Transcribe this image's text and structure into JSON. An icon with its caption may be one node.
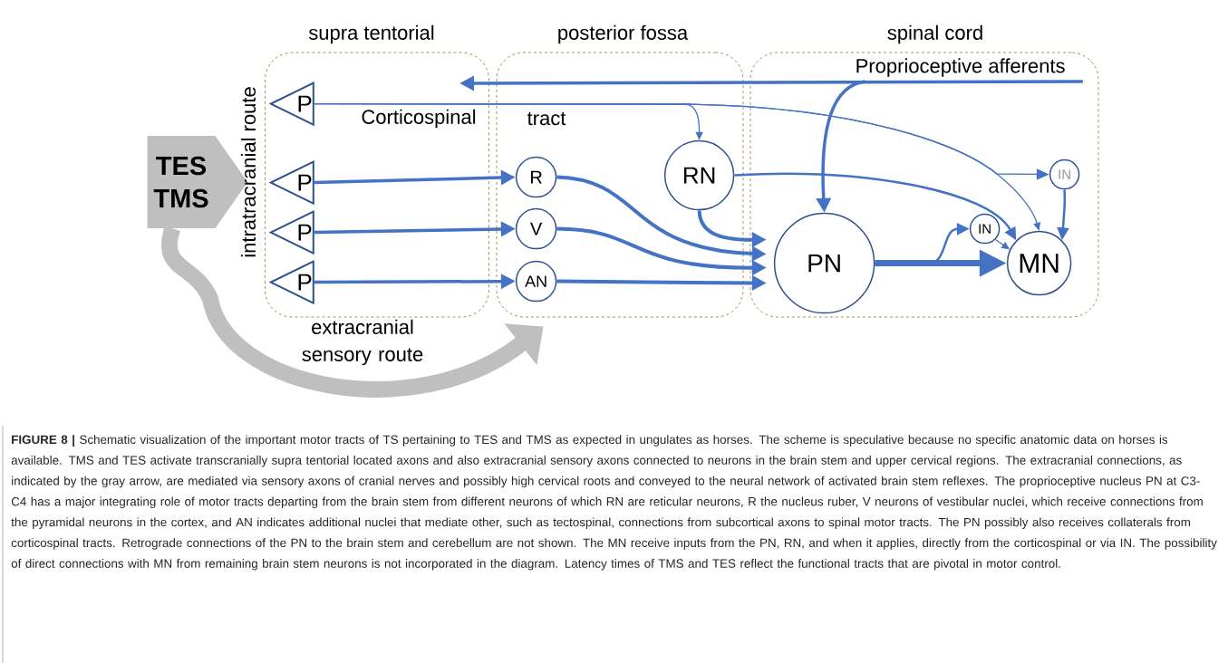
{
  "diagram": {
    "caption": "**FIGURE 8 |** Schematic visualization of the important motor tracts of TS pertaining to TES and TMS as expected in ungulates as horses. The scheme is speculative because no specific anatomic data on horses is available. TMS and TES activate transcranially supra tentorial located axons and also extracranial sensory axons connected to neurons in the brain stem and upper cervical regions. The extracranial connections, as indicated by the gray arrow, are mediated via sensory axons of cranial nerves and possibly high cervical roots and conveyed to the neural network of activated brain stem reflexes. The proprioceptive nucleus PN at C3-C4 has a major integrating role of motor tracts departing from the brain stem from different neurons of which RN are reticular neurons, R the nucleus ruber, V neurons of vestibular nuclei, which receive connections from the pyramidal neurons in the cortex, and AN indicates additional nuclei that mediate other, such as tectospinal, connections from subcortical axons to spinal motor tracts. The PN possibly also receives collaterals from corticospinal tracts. Retrograde connections of the PN to the brain stem and cerebellum are not shown. The MN receive inputs from the PN, RN, and when it applies, directly from the corticospinal or via IN. The possibility of direct connections with MN from remaining brain stem neurons is not incorporated in the diagram. Latency times of TMS and TES reflect the functional tracts that are pivotal in motor control.",
    "nodes": [
      {
        "text": [
          "supra tentorial"
        ]
      },
      {
        "text": [
          "posterior fossa"
        ]
      },
      {
        "text": [
          "spinal cord"
        ]
      },
      {
        "text": [
          "TES TMS"
        ]
      },
      {
        "text": [
          "P"
        ],
        "in": 0
      },
      {
        "text": [
          "P"
        ],
        "in": 0
      },
      {
        "text": [
          "P"
        ],
        "in": 0
      },
      {
        "text": [
          "P"
        ],
        "in": 0
      },
      {
        "text": [
          "R"
        ],
        "in": 1
      },
      {
        "text": [
          "V"
        ],
        "in": 1
      },
      {
        "text": [
          "AN"
        ],
        "in": 1
      },
      {
        "text": [
          "RN"
        ],
        "in": 1
      },
      {
        "text": [
          "PN"
        ],
        "in": 2
      },
      {
        "text": [
          "IN"
        ],
        "in": 2
      },
      {
        "text": [
          "IN"
        ],
        "in": 2
      },
      {
        "text": [
          "MN"
        ],
        "in": 2
      },
      {
        "text": [
          "Proprioceptive afferents"
        ],
        "in": 2
      }
    ],
    "edges": [
      {
        "from": 4,
        "to": 11,
        "arrow": "to"
      },
      {
        "from": 4,
        "to": 14,
        "arrow": "to"
      },
      {
        "from": 4,
        "to": 15,
        "arrow": "to"
      },
      {
        "from": 16,
        "to": null,
        "arrow": "to"
      },
      {
        "from": 16,
        "to": 12,
        "arrow": "to"
      },
      {
        "from": 5,
        "to": 8,
        "arrow": "to"
      },
      {
        "from": 6,
        "to": 9,
        "arrow": "to"
      },
      {
        "from": 7,
        "to": 10,
        "arrow": "to"
      },
      {
        "from": 8,
        "to": 12,
        "arrow": "to"
      },
      {
        "from": 9,
        "to": 12,
        "arrow": "to"
      },
      {
        "from": 10,
        "to": 12,
        "arrow": "to"
      },
      {
        "from": 11,
        "to": 12,
        "arrow": "to"
      },
      {
        "from": 11,
        "to": 15,
        "arrow": "to"
      },
      {
        "from": 14,
        "to": 15,
        "arrow": "to"
      },
      {
        "from": 12,
        "to": 15,
        "arrow": "to",
        "style": "thick"
      },
      {
        "from": 12,
        "to": 13,
        "arrow": "to"
      },
      {
        "from": 13,
        "to": 15,
        "arrow": "to"
      },
      {
        "from": 3,
        "to": 1,
        "arrow": "to",
        "label": "extracranial sensory route",
        "style": "thick",
        "color": "#bfbfbf"
      }
    ],
    "labels": [
      "intratracranial route",
      "Corticospinal",
      "tract"
    ]
  }
}
